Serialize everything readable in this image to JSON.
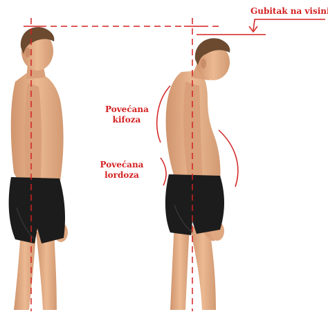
{
  "labels": {
    "height_loss": "Gubitak na visini",
    "kyphosis_line1": "Povećana",
    "kyphosis_line2": "kifoza",
    "lordosis_line1": "Povećana",
    "lordosis_line2": "lordoza"
  },
  "figures": [
    {
      "name": "good-posture",
      "icon": "standing-man-upright"
    },
    {
      "name": "poor-posture",
      "icon": "standing-man-hunched"
    }
  ],
  "colors": {
    "annotation_red": "#d42020",
    "skin": "#e8b490",
    "skin_shadow": "#c98d68",
    "hair": "#6b4a30",
    "shorts": "#1c1c1c"
  }
}
